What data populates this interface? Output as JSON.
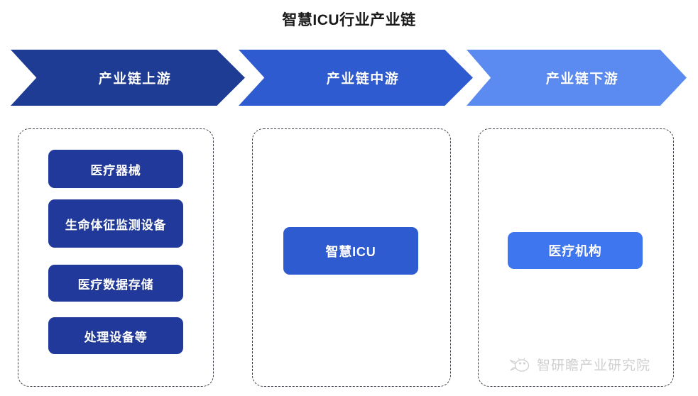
{
  "page": {
    "title": "智慧ICU行业产业链",
    "background_color": "#ffffff"
  },
  "chain_stages": [
    {
      "label": "产业链上游",
      "color": "#1F3C94",
      "name": "upstream"
    },
    {
      "label": "产业链中游",
      "color": "#2F5BD0",
      "name": "midstream"
    },
    {
      "label": "产业链下游",
      "color": "#5B8BF0",
      "name": "downstream"
    }
  ],
  "panels": {
    "upstream": {
      "nodes": [
        {
          "label": "医疗器械",
          "color": "#20399A"
        },
        {
          "label": "生命体征监测设备",
          "color": "#20399A"
        },
        {
          "label": "医疗数据存储",
          "color": "#20399A"
        },
        {
          "label": "处理设备等",
          "color": "#20399A"
        }
      ]
    },
    "midstream": {
      "nodes": [
        {
          "label": "智慧ICU",
          "color": "#2F5BD0"
        }
      ]
    },
    "downstream": {
      "nodes": [
        {
          "label": "医疗机构",
          "color": "#3E76F0"
        }
      ]
    }
  },
  "watermark": {
    "text": "智研瞻产业研究院",
    "logo_icon": "cloud-bird-logo-icon"
  }
}
